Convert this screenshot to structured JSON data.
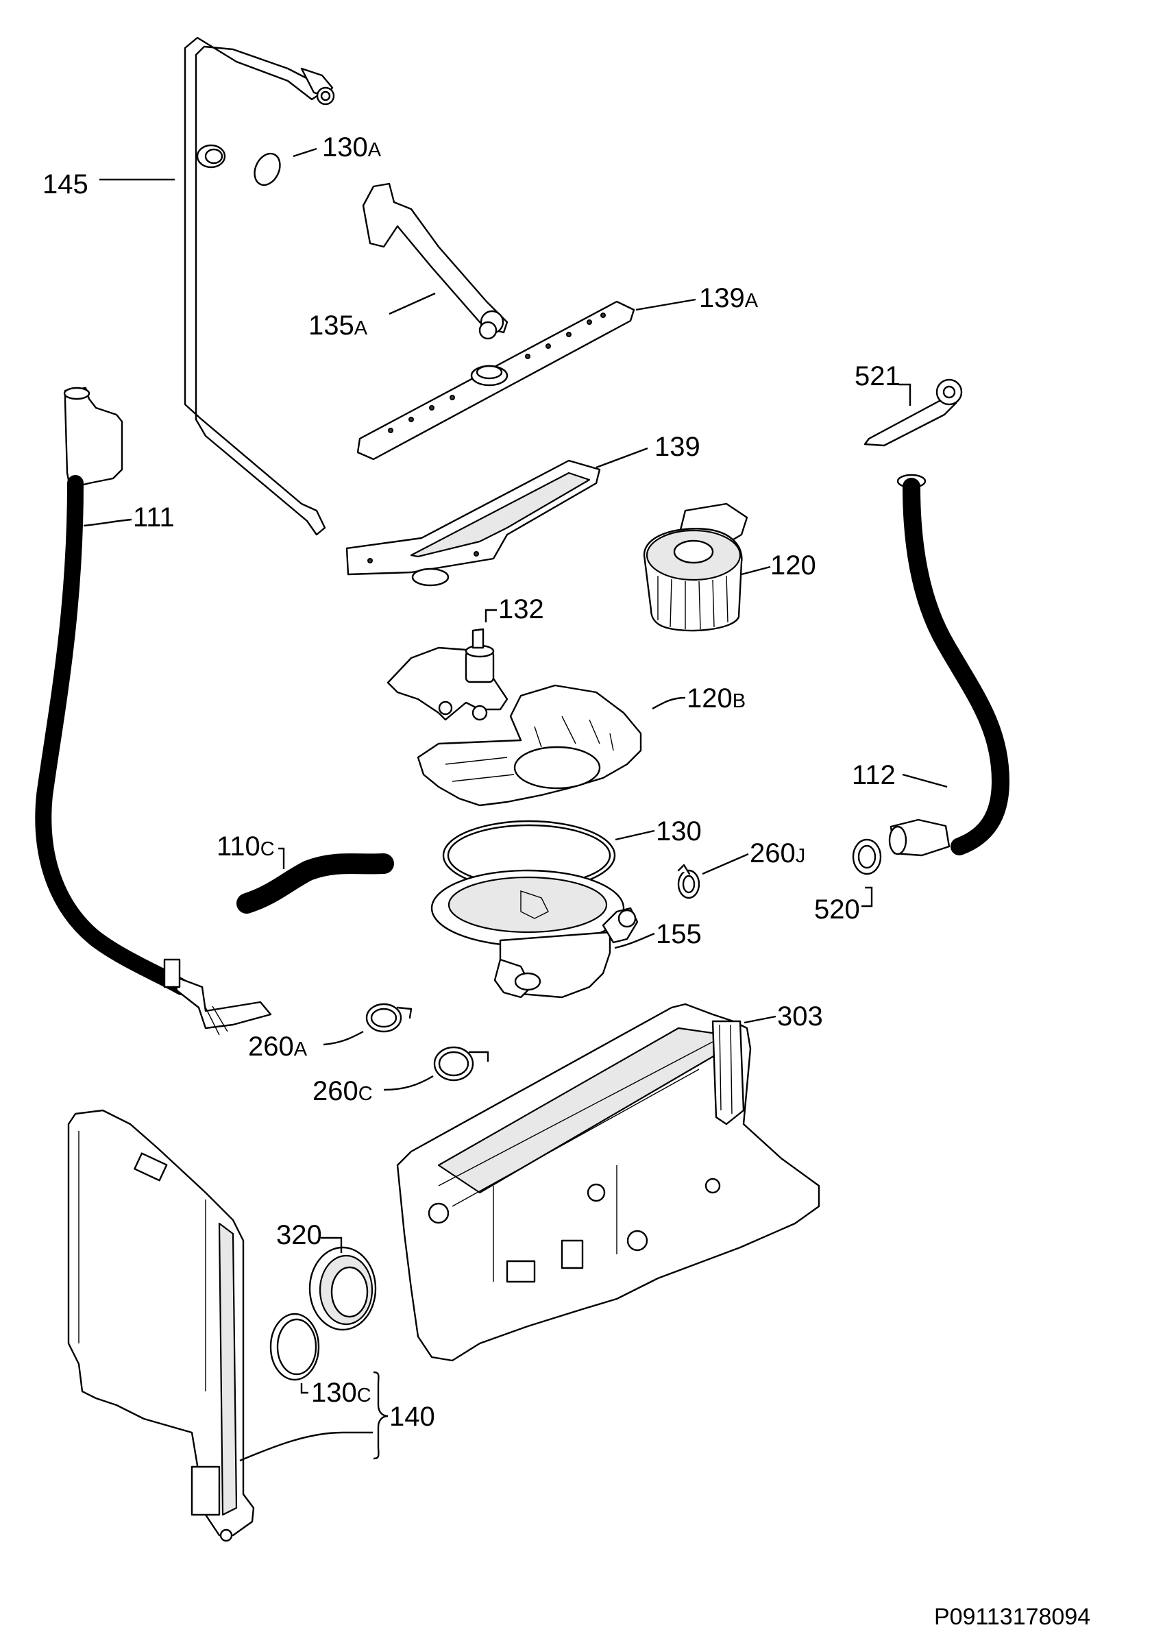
{
  "diagram": {
    "reference_code": "P09113178094",
    "callouts": {
      "c145": {
        "num": "145",
        "suffix": ""
      },
      "c130A": {
        "num": "130",
        "suffix": "A"
      },
      "c135A": {
        "num": "135",
        "suffix": "A"
      },
      "c139A": {
        "num": "139",
        "suffix": "A"
      },
      "c521": {
        "num": "521",
        "suffix": ""
      },
      "c111": {
        "num": "111",
        "suffix": ""
      },
      "c139": {
        "num": "139",
        "suffix": ""
      },
      "c120": {
        "num": "120",
        "suffix": ""
      },
      "c132": {
        "num": "132",
        "suffix": ""
      },
      "c120B": {
        "num": "120",
        "suffix": "B"
      },
      "c112": {
        "num": "112",
        "suffix": ""
      },
      "c110C": {
        "num": "110",
        "suffix": "C"
      },
      "c130": {
        "num": "130",
        "suffix": ""
      },
      "c260J": {
        "num": "260",
        "suffix": "J"
      },
      "c520": {
        "num": "520",
        "suffix": ""
      },
      "c155": {
        "num": "155",
        "suffix": ""
      },
      "c303": {
        "num": "303",
        "suffix": ""
      },
      "c260A": {
        "num": "260",
        "suffix": "A"
      },
      "c260C": {
        "num": "260",
        "suffix": "C"
      },
      "c320": {
        "num": "320",
        "suffix": ""
      },
      "c130C": {
        "num": "130",
        "suffix": "C"
      },
      "c140": {
        "num": "140",
        "suffix": ""
      }
    }
  }
}
